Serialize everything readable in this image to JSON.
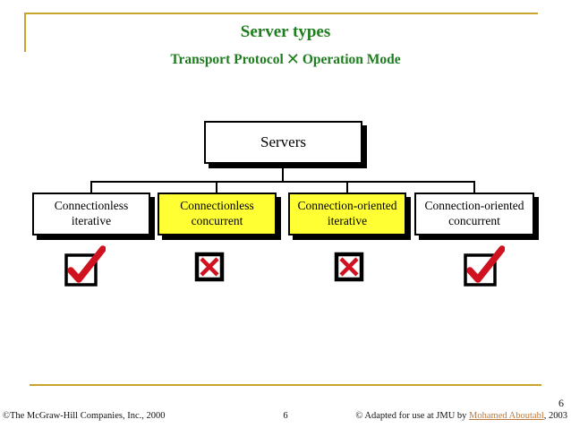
{
  "slide_title": "Server types",
  "subtitle": {
    "left": "Transport Protocol",
    "times_symbol": "✕",
    "right": "Operation Mode"
  },
  "diagram": {
    "root_label": "Servers",
    "children": [
      {
        "line1": "Connectionless",
        "line2": "iterative",
        "highlighted": false,
        "mark": "check"
      },
      {
        "line1": "Connectionless",
        "line2": "concurrent",
        "highlighted": true,
        "mark": "cross"
      },
      {
        "line1": "Connection-oriented",
        "line2": "iterative",
        "highlighted": true,
        "mark": "cross"
      },
      {
        "line1": "Connection-oriented",
        "line2": "concurrent",
        "highlighted": false,
        "mark": "check"
      }
    ]
  },
  "footer": {
    "left_copyright": "©The McGraw-Hill Companies, Inc., 2000",
    "center_page_number": "6",
    "right_prefix": "© Adapted for use at JMU by ",
    "right_link": "Mohamed Aboutabl",
    "right_suffix": ", 2003",
    "slide_number": "6"
  },
  "colors": {
    "title-green": "#1E7D1E",
    "accent-gold": "#C9A42C",
    "highlight-yellow": "#FFFF33",
    "mark-red": "#D01220",
    "link-brown": "#BE7A3C"
  }
}
